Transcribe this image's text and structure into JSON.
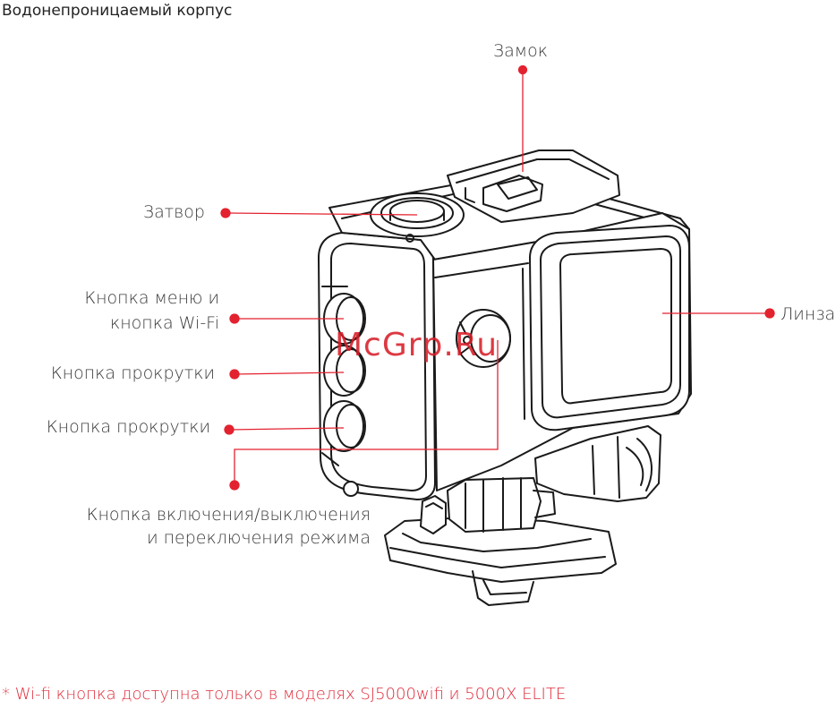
{
  "title": "Водонепроницаемый корпус",
  "labels": {
    "lock": "Замок",
    "shutter": "Затвор",
    "menu_wifi_1": "Кнопка меню и",
    "menu_wifi_2": "кнопка Wi-Fi",
    "scroll_1": "Кнопка прокрутки",
    "scroll_2": "Кнопка прокрутки",
    "power_1": "Кнопка включения/выключения",
    "power_2": "и переключения режима",
    "lens": "Линза"
  },
  "watermark": "McGrp.Ru",
  "footnote": "* Wi-fi кнопка доступна только в моделях SJ5000wifi и 5000X ELITE",
  "colors": {
    "accent": "#e3222f",
    "line_art": "#1a1a1a",
    "text": "#3a3a3a"
  }
}
